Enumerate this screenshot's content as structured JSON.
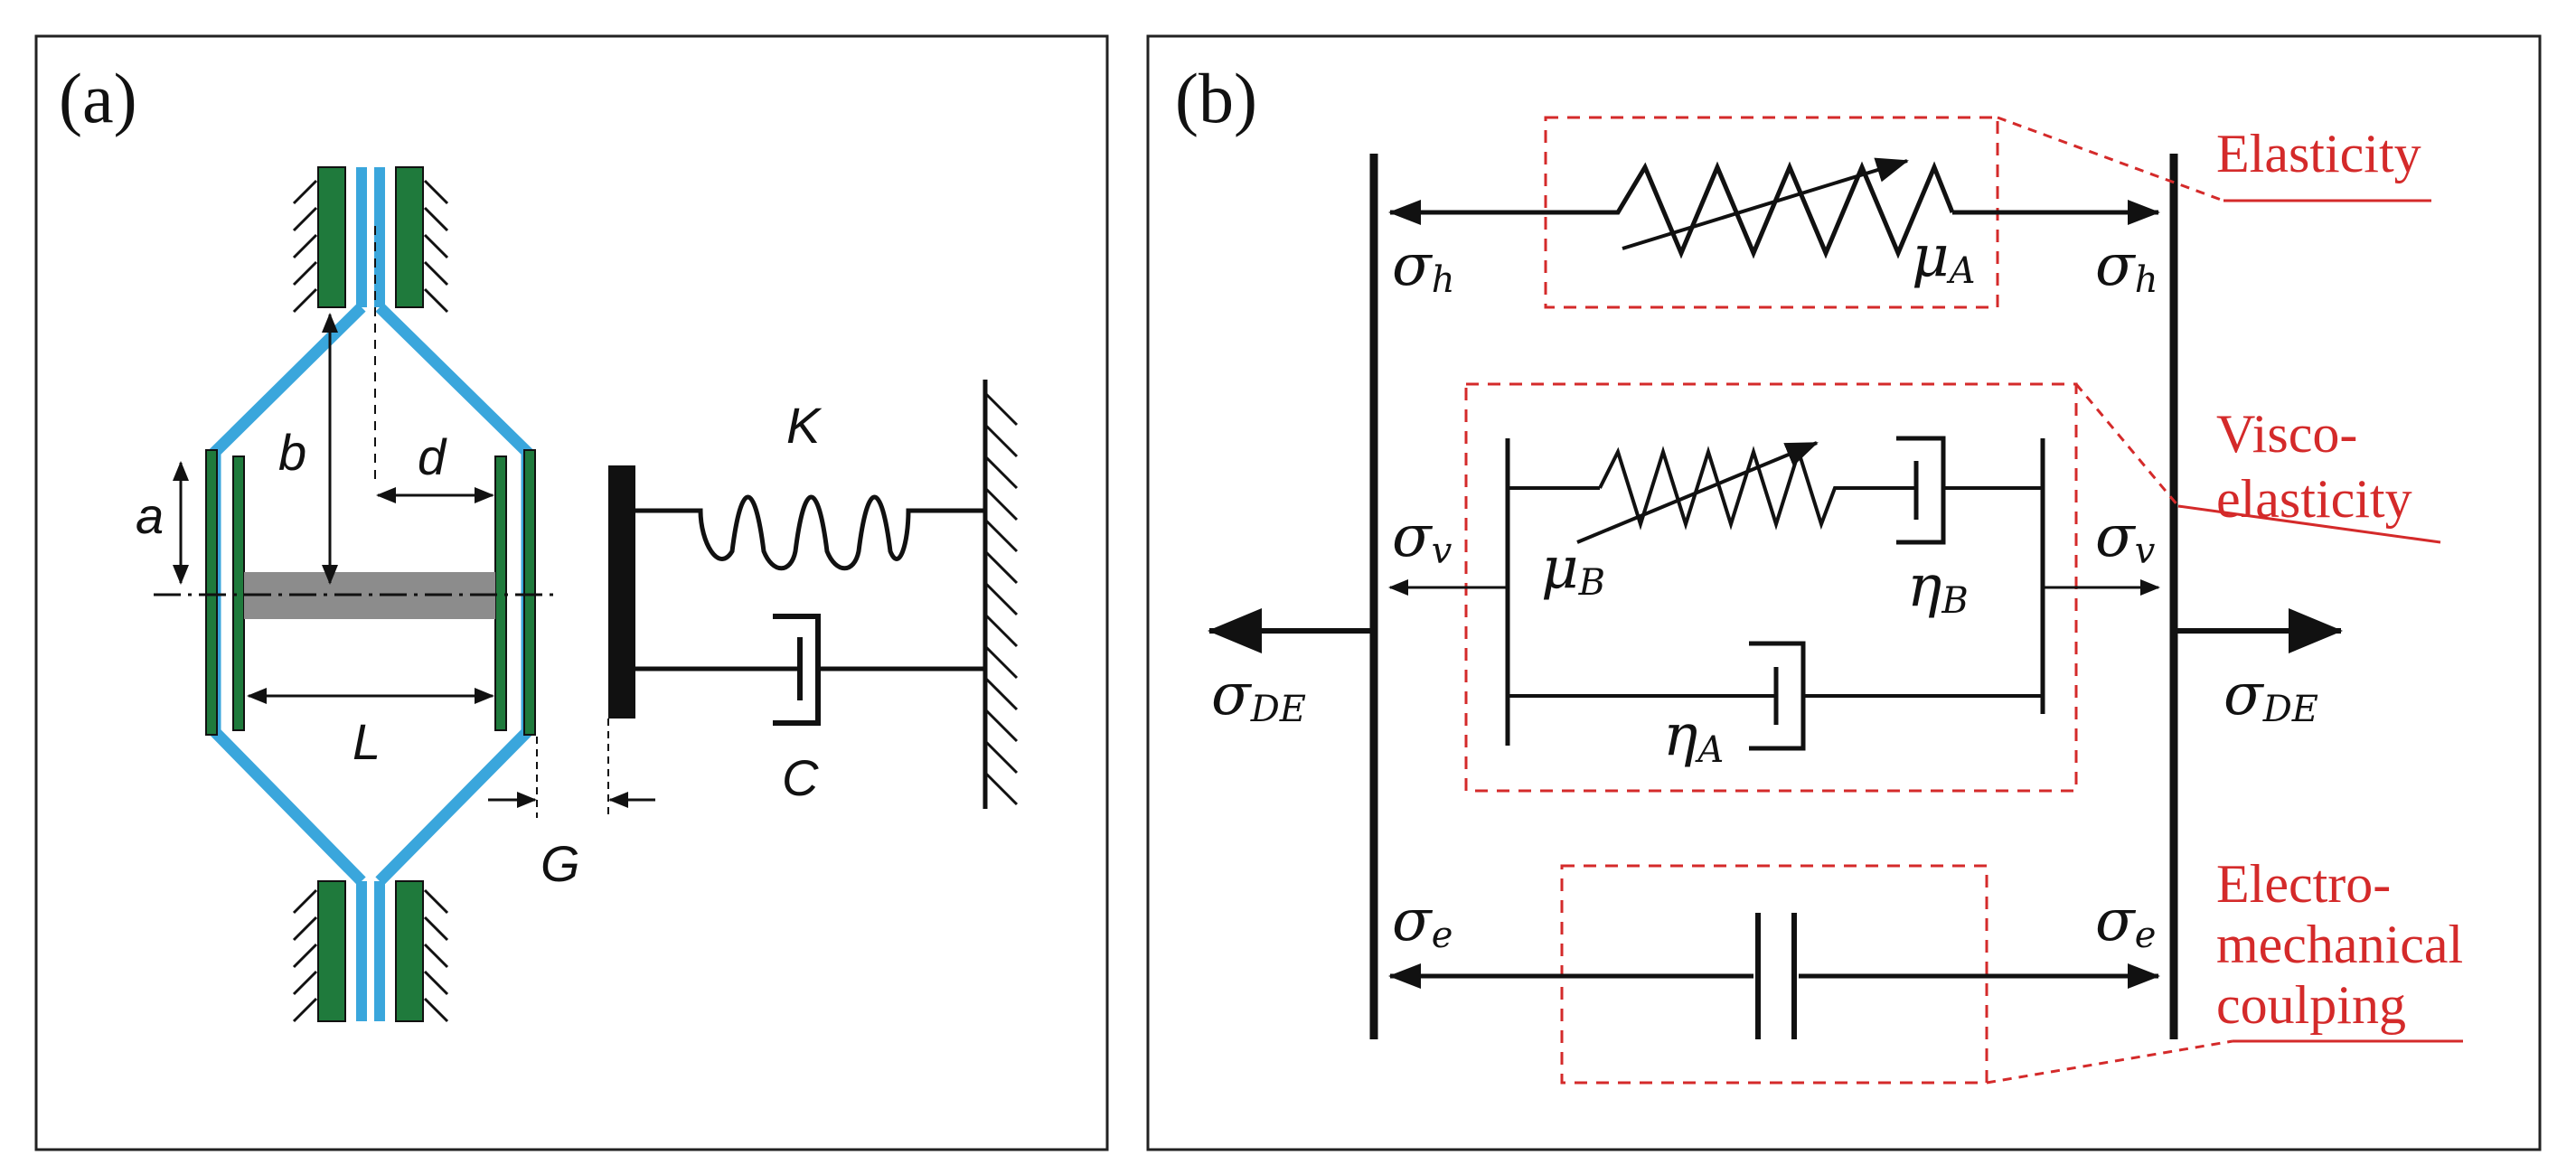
{
  "panel_a": {
    "label": "(a)",
    "dims": {
      "a": "a",
      "b": "b",
      "d": "d",
      "L": "L",
      "G": "G"
    },
    "spring_label": "K",
    "damper_label": "C"
  },
  "panel_b": {
    "label": "(b)",
    "sigma_h_left": {
      "sym": "σ",
      "sub": "h"
    },
    "sigma_h_right": {
      "sym": "σ",
      "sub": "h"
    },
    "mu_A": {
      "sym": "μ",
      "sub": "A"
    },
    "sigma_v_left": {
      "sym": "σ",
      "sub": "v"
    },
    "sigma_v_right": {
      "sym": "σ",
      "sub": "v"
    },
    "mu_B": {
      "sym": "μ",
      "sub": "B"
    },
    "eta_B": {
      "sym": "η",
      "sub": "B"
    },
    "eta_A": {
      "sym": "η",
      "sub": "A"
    },
    "sigma_DE_left": {
      "sym": "σ",
      "sub": "DE"
    },
    "sigma_DE_right": {
      "sym": "σ",
      "sub": "DE"
    },
    "sigma_e_left": {
      "sym": "σ",
      "sub": "e"
    },
    "sigma_e_right": {
      "sym": "σ",
      "sub": "e"
    },
    "labels": {
      "elasticity": "Elasticity",
      "visco_line1": "Visco-",
      "visco_line2": "elasticity",
      "electro_line1": "Electro-",
      "electro_line2": "mechanical",
      "electro_line3": "coulping"
    }
  },
  "colors": {
    "frame_blue": "#3aa6dc",
    "clamp_green": "#1f7a3c",
    "bar_gray": "#8c8c8c",
    "annotation_red": "#d42a2a",
    "ink": "#111111"
  }
}
